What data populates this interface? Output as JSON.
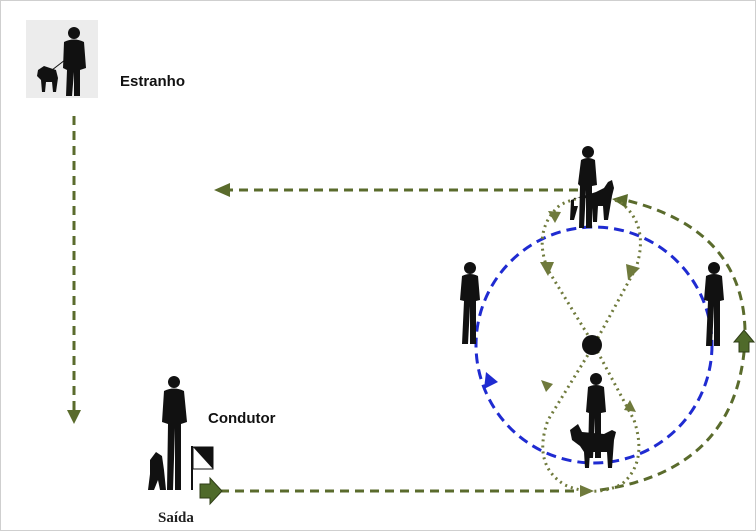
{
  "labels": {
    "stranger": "Estranho",
    "handler": "Condutor",
    "start": "Saída"
  },
  "colors": {
    "path_dashed": "#5a6b2c",
    "path_dotted": "#6f7a3c",
    "circle": "#1f2bd1",
    "silhouette": "#111111",
    "arrow_fill": "#4f6a2a"
  },
  "icons": {
    "stranger_figure": "person-with-dog-silhouette-icon",
    "handler_figure": "person-with-dog-silhouette-icon",
    "start_flag": "checkered-flag-icon",
    "start_arrow": "right-arrow-icon",
    "up_arrow": "up-arrow-icon",
    "center_marker": "center-dot-icon"
  }
}
